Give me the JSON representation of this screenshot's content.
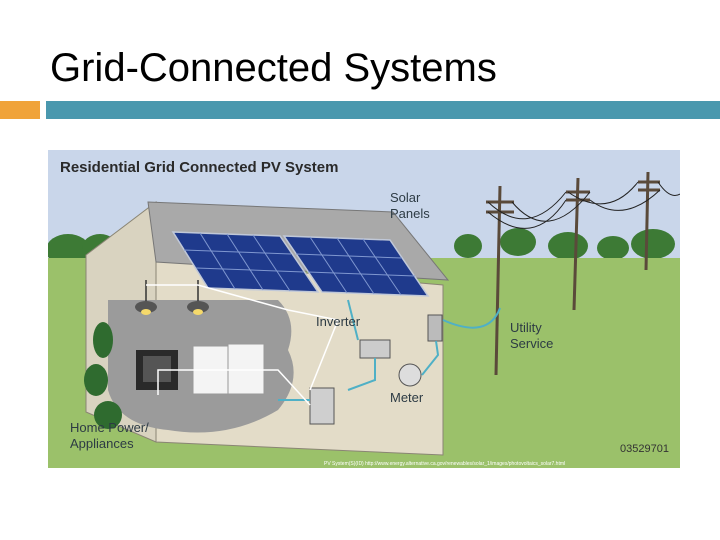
{
  "slide": {
    "title": "Grid-Connected Systems"
  },
  "figure": {
    "heading": "Residential Grid Connected PV System",
    "labels": {
      "solar_panels_line1": "Solar",
      "solar_panels_line2": "Panels",
      "utility_line1": "Utility",
      "utility_line2": "Service",
      "inverter": "Inverter",
      "meter": "Meter",
      "home_line1": "Home Power/",
      "home_line2": "Appliances",
      "code": "03529701"
    },
    "caption": "PV System(S)(ID) http://www.energy.alternative.ca.gov/renewables/solar_1/images/photovoltaics_solar7.html"
  },
  "colors": {
    "accent_orange": "#f0a33a",
    "accent_teal": "#4a98ae",
    "sky": "#c9d6ea",
    "grass": "#9bc16a",
    "panel": "#1f3a8c",
    "wire": "#4fb0c6"
  }
}
